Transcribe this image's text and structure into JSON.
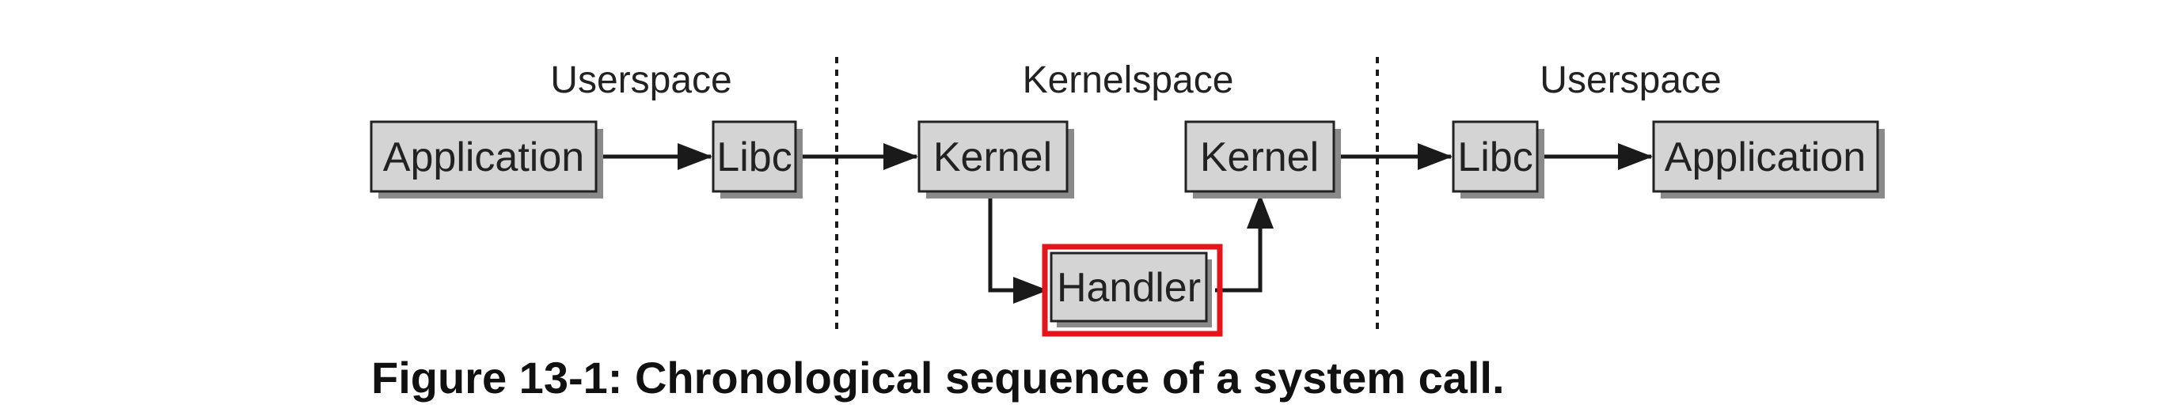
{
  "sections": {
    "left": "Userspace",
    "middle": "Kernelspace",
    "right": "Userspace"
  },
  "nodes": {
    "application_left": "Application",
    "libc_left": "Libc",
    "kernel_entry": "Kernel",
    "handler": "Handler",
    "kernel_exit": "Kernel",
    "libc_right": "Libc",
    "application_right": "Application"
  },
  "caption": "Figure 13-1: Chronological sequence of a system call.",
  "colors": {
    "box_fill": "#d4d4d4",
    "box_shadow": "#8a8a8a",
    "box_border": "#222222",
    "highlight": "#e4141b",
    "line": "#1a1a1a"
  }
}
